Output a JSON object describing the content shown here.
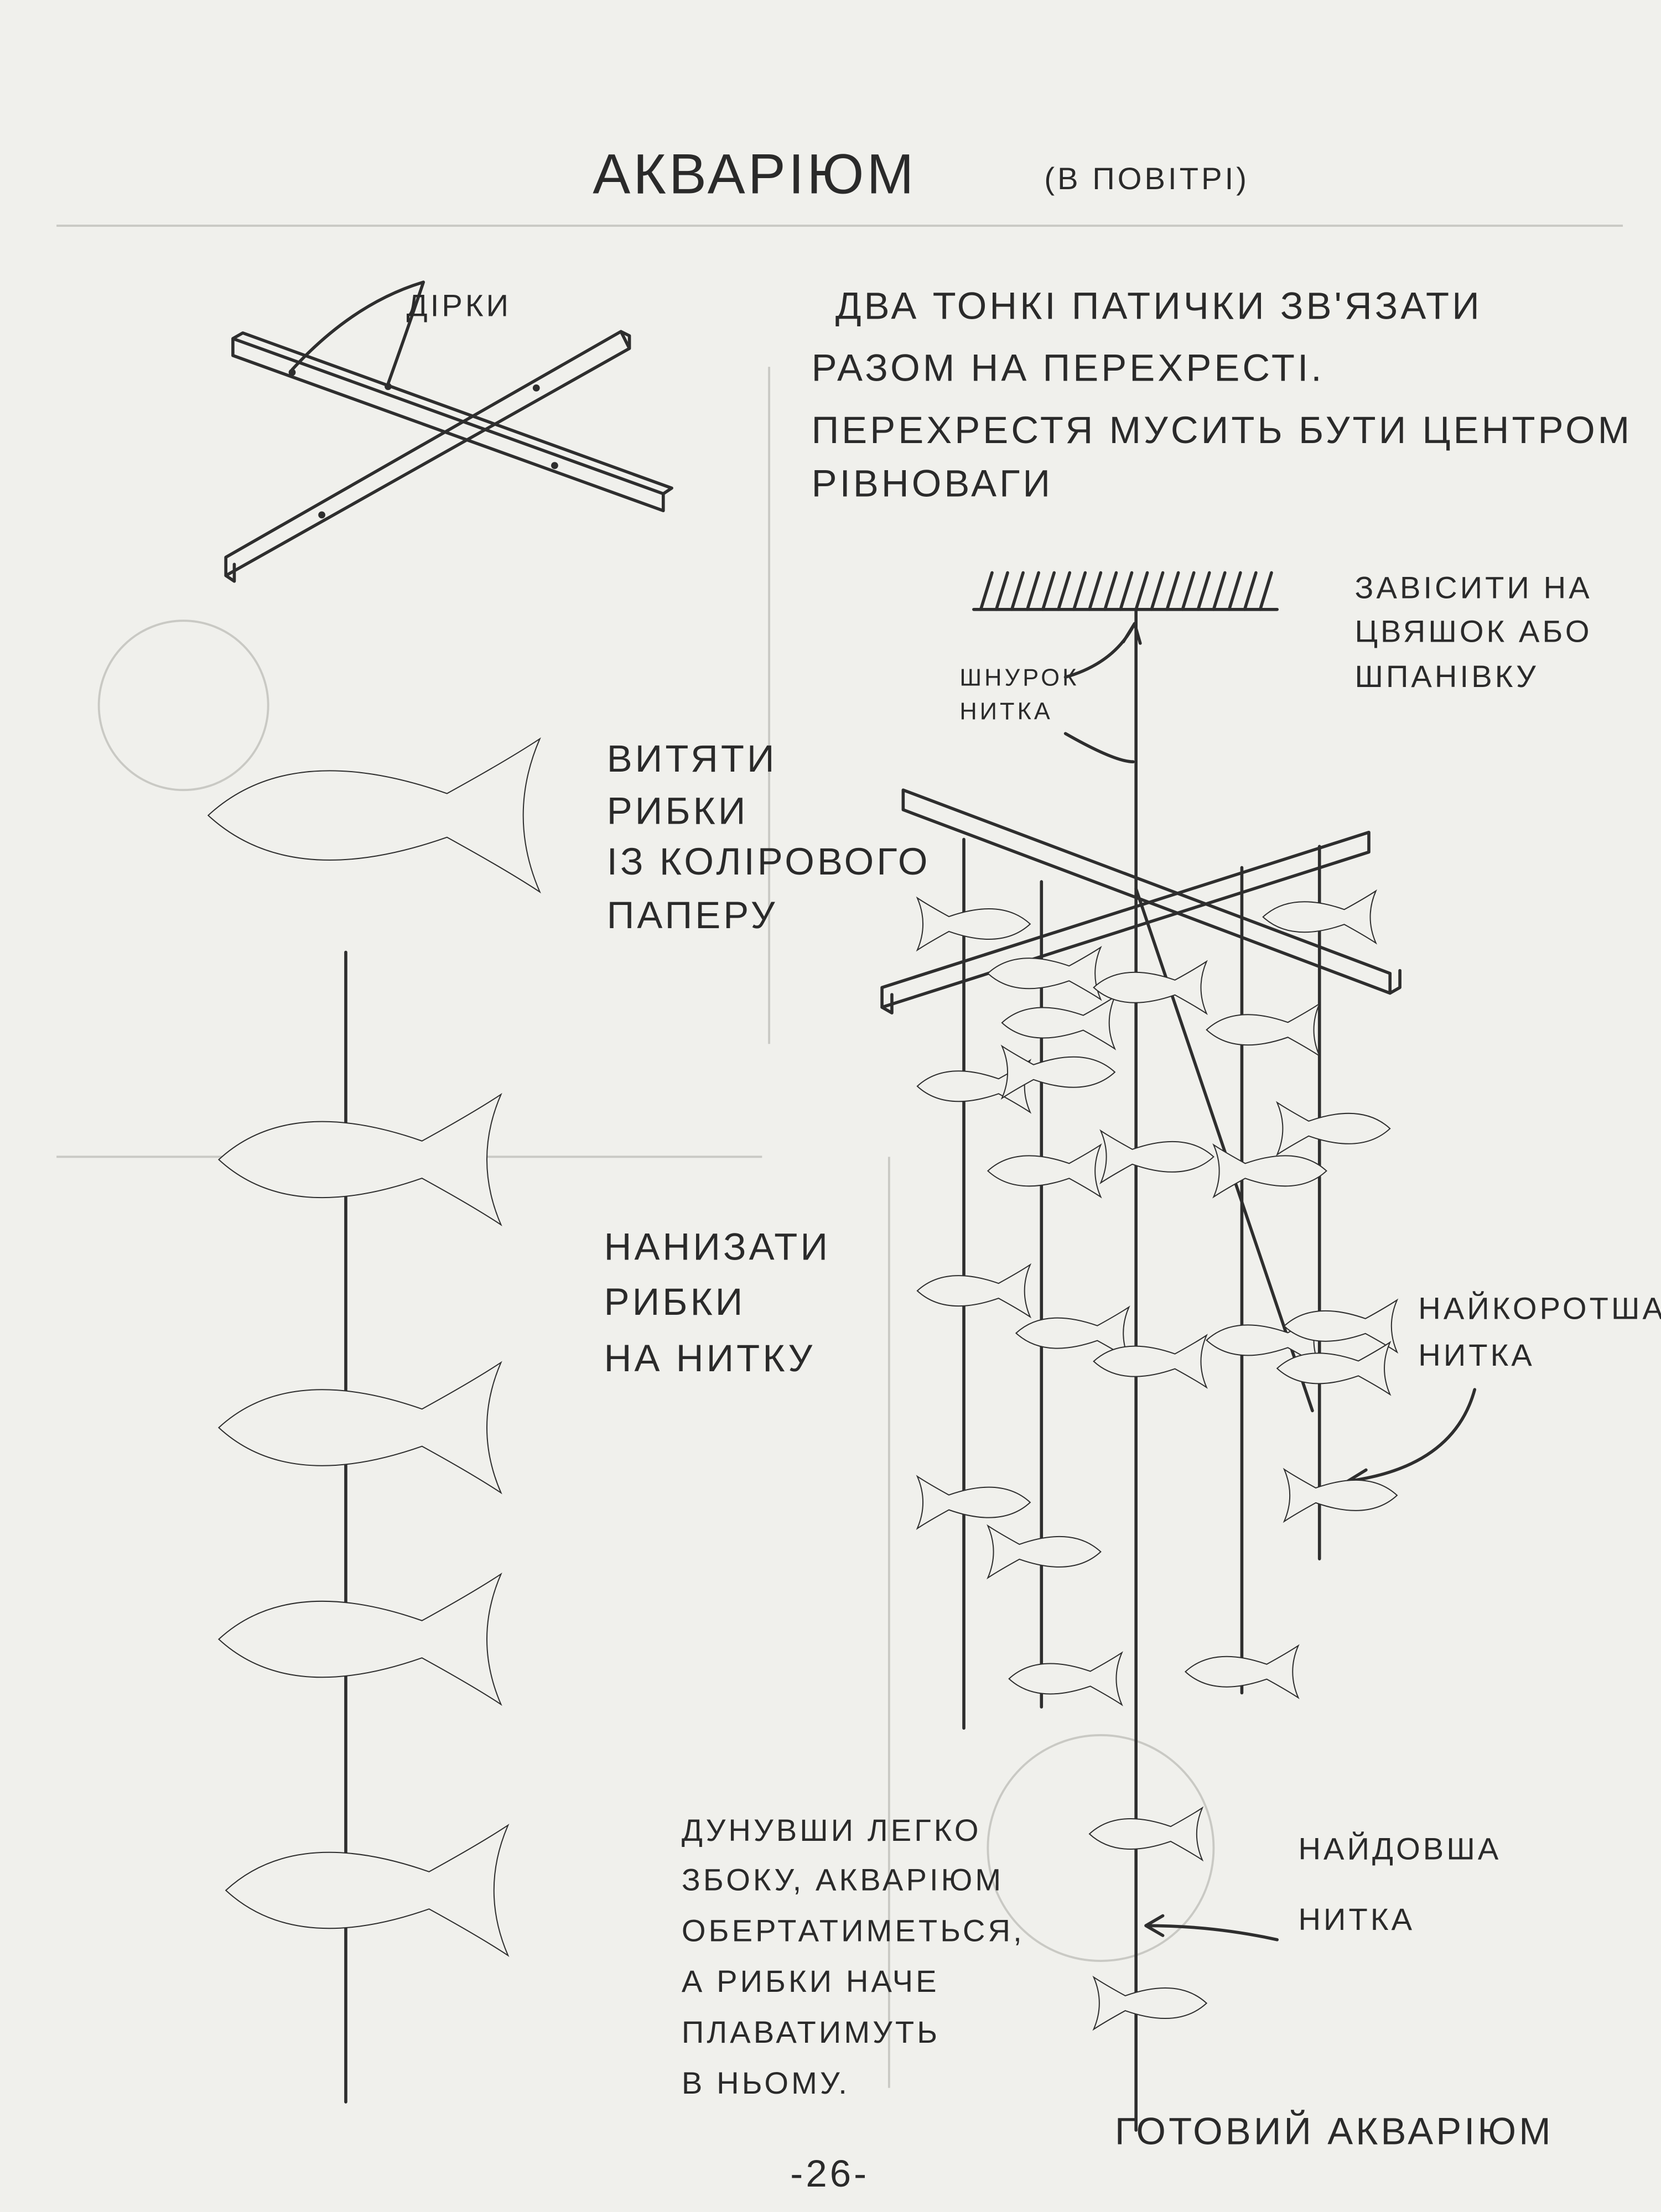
{
  "title": {
    "main": "АКВАРІЮМ",
    "sub": "(В ПОВІТРІ)"
  },
  "labels": {
    "holes": "ДІРКИ",
    "step1": [
      "ДВА ТОНКІ ПАТИЧКИ ЗВ'ЯЗАТИ",
      "РАЗОМ НА ПЕРЕХРЕСТІ.",
      "ПЕРЕХРЕСТЯ МУСИТЬ БУТИ ЦЕНТРОМ",
      "РІВНОВАГИ"
    ],
    "hang": [
      "ЗАВІСИТИ НА",
      "ЦВЯШОК АБО",
      "ШПАНІВКУ"
    ],
    "cord": [
      "ШНУРОК",
      "НИТКА"
    ],
    "cut": [
      "ВИТЯТИ",
      "РИБКИ",
      "ІЗ КОЛІРОВОГО",
      "ПАПЕРУ"
    ],
    "string": [
      "НАНИЗАТИ",
      "РИБКИ",
      "НА НИТКУ"
    ],
    "shortest": [
      "НАЙКОРОТША",
      "НИТКА"
    ],
    "blow": [
      "ДУНУВШИ ЛЕГКО",
      "ЗБОКУ, АКВАРІЮМ",
      "ОБЕРТАТИМЕТЬСЯ,",
      "А РИБКИ НАЧЕ",
      "ПЛАВАТИМУТЬ",
      "В НЬОМУ."
    ],
    "longest": [
      "НАЙДОВША",
      "НИТКА"
    ],
    "finished": "ГОТОВИЙ АКВАРІЮМ"
  },
  "page_number": "-26-"
}
